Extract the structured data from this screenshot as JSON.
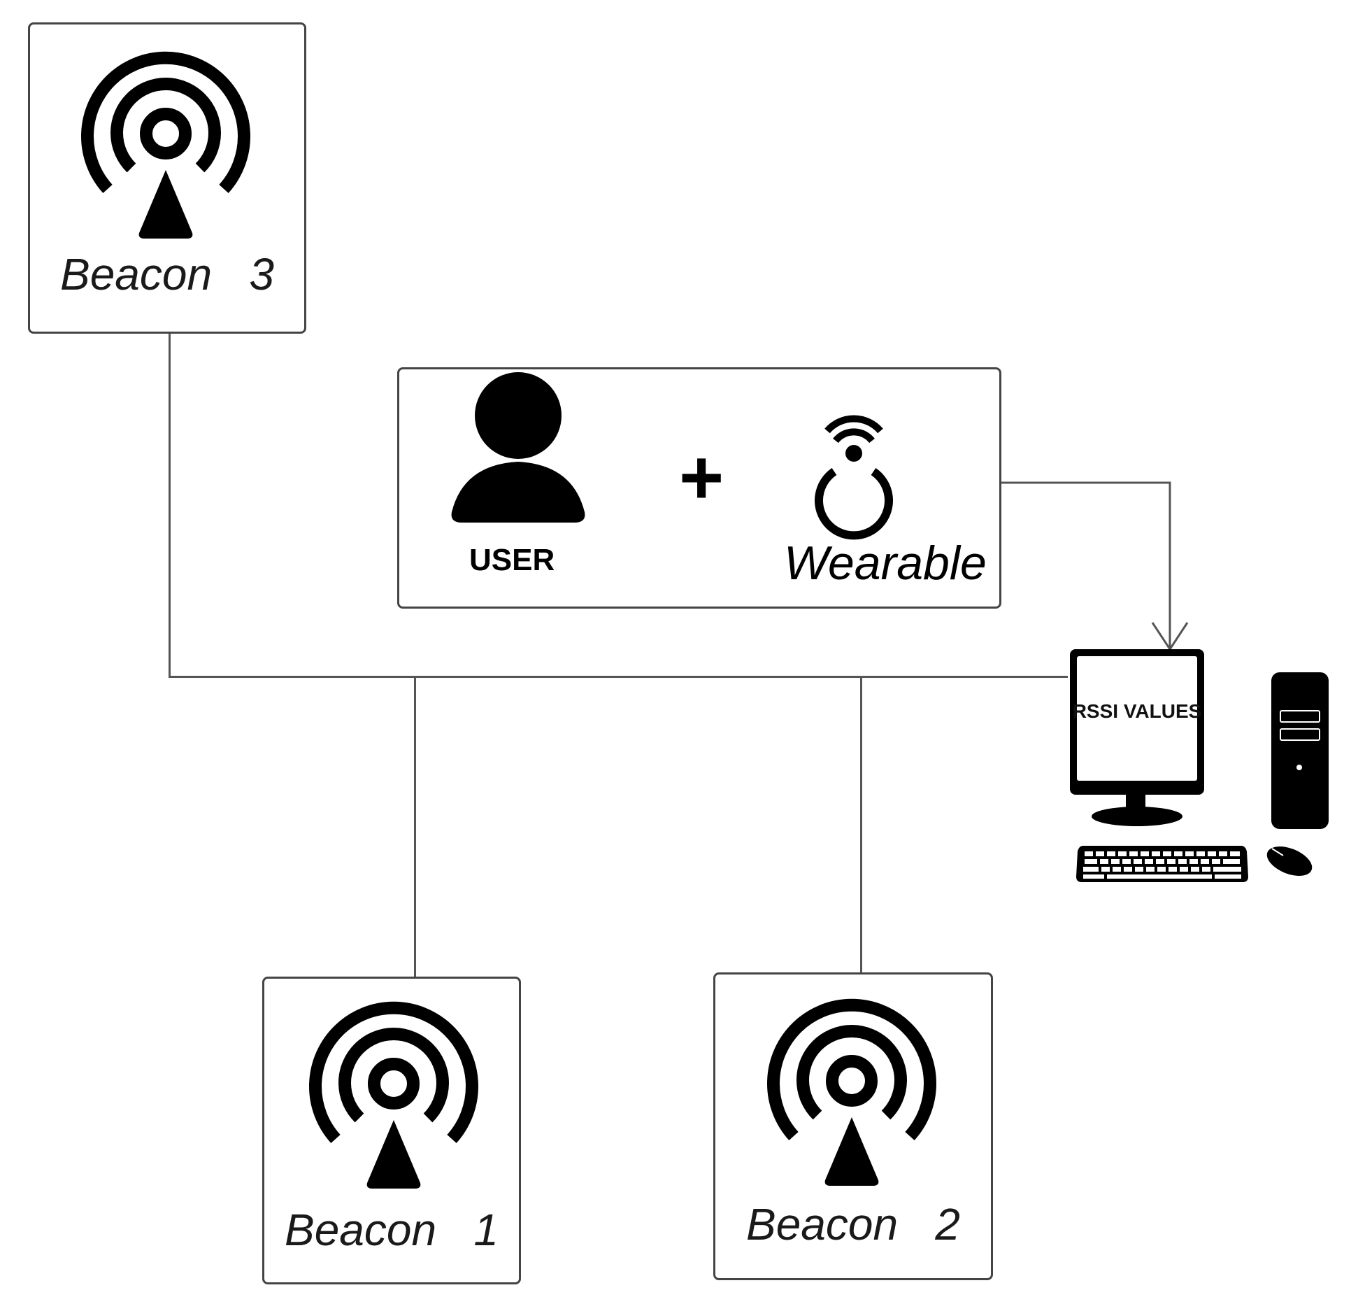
{
  "beacons": [
    {
      "label": "Beacon   3"
    },
    {
      "label": "Beacon   1"
    },
    {
      "label": "Beacon   2"
    }
  ],
  "user_panel": {
    "user_label": "USER",
    "plus": "+",
    "wearable_label": "Wearable"
  },
  "computer": {
    "screen_text": "RSSI VALUES"
  },
  "icons": {
    "beacon": "broadcast-antenna-icon",
    "user": "user-silhouette-icon",
    "wearable": "wireless-ring-icon",
    "computer": "desktop-computer-icon"
  },
  "colors": {
    "ink": "#000000",
    "border": "#444444",
    "connector": "#555555"
  }
}
